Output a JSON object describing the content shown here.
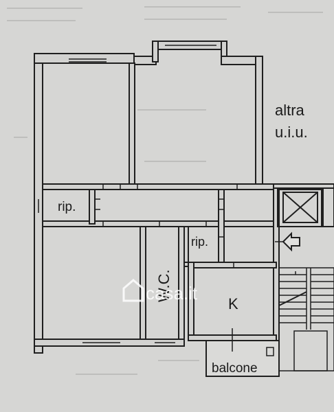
{
  "labels": {
    "altra_line1": "altra",
    "altra_line2": "u.i.u.",
    "rip_left": "rip.",
    "rip_right": "rip.",
    "wc": "W.C.",
    "kitchen": "K",
    "balcone": "balcone",
    "watermark": "casa.it"
  },
  "colors": {
    "paper": "#d6d6d4",
    "ink": "#1f1f1f",
    "wall_fill": "#d2d2d0",
    "watermark": "#ffffff"
  }
}
